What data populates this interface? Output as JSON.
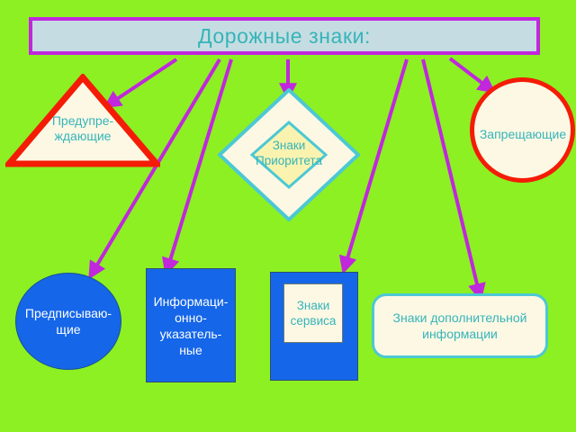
{
  "slide": {
    "background_color": "#8CF023",
    "title": "Дорожные знаки:",
    "title_box_fill": "#C5DDE2",
    "title_box_border": "#C127DC",
    "title_text_color": "#36B4B9"
  },
  "nodes": {
    "warning": {
      "label_line1": "Предупре-",
      "label_line2": "ждающие",
      "shape": "triangle",
      "fill": "#FCF8E4",
      "border": "#F41C06",
      "text_color": "#36B4B9"
    },
    "priority": {
      "label_line1": "Знаки",
      "label_line2": "Приоритета",
      "shape": "diamond",
      "outer_border": "#4CC8D4",
      "mid_fill": "#FCF8E4",
      "inner_fill": "#FAF3B0",
      "text_color": "#36B4B9"
    },
    "prohibitory": {
      "label": "Запрещающие",
      "shape": "circle",
      "fill": "#FCF8E4",
      "border": "#F41C06",
      "text_color": "#36B4B9"
    },
    "prescriptive": {
      "label_line1": "Предписываю-",
      "label_line2": "щие",
      "shape": "circle",
      "fill": "#1566E8",
      "text_color": "#FFFFFF"
    },
    "information": {
      "label_line1": "Информаци-",
      "label_line2": "онно-",
      "label_line3": "указатель-",
      "label_line4": "ные",
      "shape": "rectangle",
      "fill": "#1566E8",
      "text_color": "#FFFFFF"
    },
    "service": {
      "label_line1": "Знаки",
      "label_line2": "сервиса",
      "shape": "rectangle-with-inner-square",
      "fill": "#1566E8",
      "inner_fill": "#FCF8E4",
      "text_color": "#36B4B9"
    },
    "additional": {
      "label_line1": "Знаки дополнительной",
      "label_line2": "информации",
      "shape": "rounded-rectangle",
      "fill": "#FCF8E4",
      "border": "#4CC8D4",
      "text_color": "#36B4B9"
    }
  },
  "connectors": {
    "color": "#C127DC",
    "count": 7
  }
}
